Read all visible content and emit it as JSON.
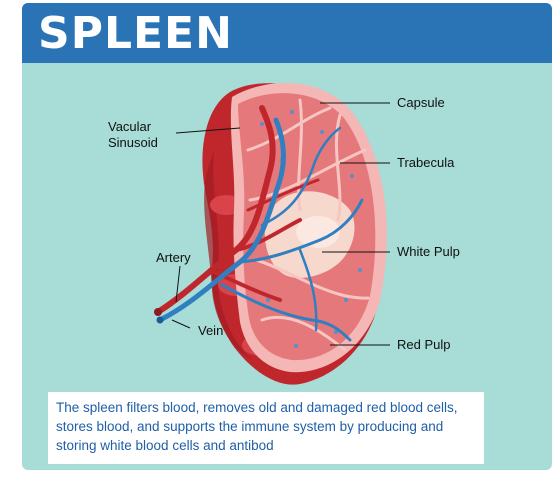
{
  "title": "SPLEEN",
  "labels": {
    "vascular_sinusoid": [
      "Vacular",
      "Sinusoid"
    ],
    "artery": "Artery",
    "vein": "Vein",
    "capsule": "Capsule",
    "trabecula": "Trabecula",
    "white_pulp": "White Pulp",
    "red_pulp": "Red Pulp"
  },
  "description": "The spleen filters blood, removes old and damaged red blood cells, stores blood, and supports the immune system by producing and storing white blood cells and antibod",
  "colors": {
    "header": "#2a74b6",
    "background": "#a7dcd7",
    "dark_red": "#c0272d",
    "red_pulp": "#e5787b",
    "white_pulp": "#f6d8cd",
    "vein": "#2f7fc1",
    "text_blue": "#1f5fa8"
  }
}
